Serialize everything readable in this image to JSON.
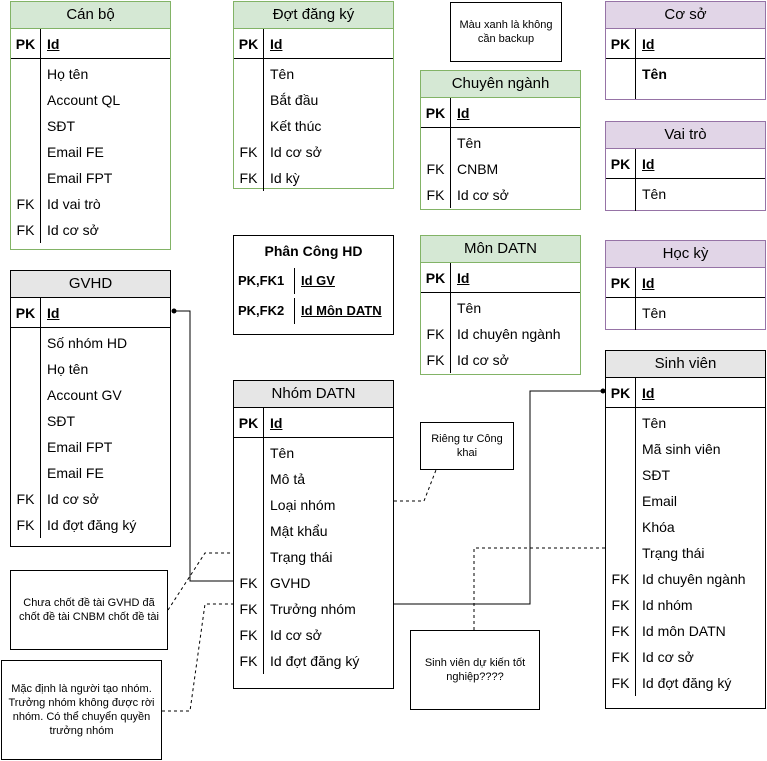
{
  "tables": {
    "can_bo": {
      "title": "Cán bộ",
      "pk": "Id",
      "rows": [
        {
          "k": "",
          "f": "Họ tên"
        },
        {
          "k": "",
          "f": "Account QL"
        },
        {
          "k": "",
          "f": "SĐT"
        },
        {
          "k": "",
          "f": "Email FE"
        },
        {
          "k": "",
          "f": "Email FPT"
        },
        {
          "k": "FK",
          "f": "Id vai trò"
        },
        {
          "k": "FK",
          "f": "Id cơ sở"
        }
      ]
    },
    "dot_dang_ky": {
      "title": "Đợt đăng ký",
      "pk": "Id",
      "rows": [
        {
          "k": "",
          "f": "Tên"
        },
        {
          "k": "",
          "f": "Bắt đầu"
        },
        {
          "k": "",
          "f": "Kết thúc"
        },
        {
          "k": "FK",
          "f": "Id cơ sở"
        },
        {
          "k": "FK",
          "f": "Id kỳ"
        }
      ]
    },
    "chuyen_nganh": {
      "title": "Chuyên ngành",
      "pk": "Id",
      "rows": [
        {
          "k": "",
          "f": "Tên"
        },
        {
          "k": "FK",
          "f": "CNBM"
        },
        {
          "k": "FK",
          "f": "Id cơ sở"
        }
      ]
    },
    "co_so": {
      "title": "Cơ sở",
      "pk": "Id",
      "rows": [
        {
          "k": "",
          "f": "Tên"
        }
      ]
    },
    "vai_tro": {
      "title": "Vai trò",
      "pk": "Id",
      "rows": [
        {
          "k": "",
          "f": "Tên"
        }
      ]
    },
    "hoc_ky": {
      "title": "Học kỳ",
      "pk": "Id",
      "rows": [
        {
          "k": "",
          "f": "Tên"
        }
      ]
    },
    "gvhd": {
      "title": "GVHD",
      "pk": "Id",
      "rows": [
        {
          "k": "",
          "f": "Số nhóm HD"
        },
        {
          "k": "",
          "f": "Họ tên"
        },
        {
          "k": "",
          "f": "Account GV"
        },
        {
          "k": "",
          "f": "SĐT"
        },
        {
          "k": "",
          "f": "Email FPT"
        },
        {
          "k": "",
          "f": "Email FE"
        },
        {
          "k": "FK",
          "f": "Id cơ sở"
        },
        {
          "k": "FK",
          "f": "Id đợt đăng ký"
        }
      ]
    },
    "mon_datn": {
      "title": "Môn DATN",
      "pk": "Id",
      "rows": [
        {
          "k": "",
          "f": "Tên"
        },
        {
          "k": "FK",
          "f": "Id chuyên ngành"
        },
        {
          "k": "FK",
          "f": "Id cơ sở"
        }
      ]
    },
    "nhom_datn": {
      "title": "Nhóm DATN",
      "pk": "Id",
      "rows": [
        {
          "k": "",
          "f": "Tên"
        },
        {
          "k": "",
          "f": "Mô tả"
        },
        {
          "k": "",
          "f": "Loại nhóm"
        },
        {
          "k": "",
          "f": "Mật khẩu"
        },
        {
          "k": "",
          "f": "Trạng thái"
        },
        {
          "k": "FK",
          "f": "GVHD"
        },
        {
          "k": "FK",
          "f": "Trưởng nhóm"
        },
        {
          "k": "FK",
          "f": "Id cơ sở"
        },
        {
          "k": "FK",
          "f": "Id đợt đăng ký"
        }
      ]
    },
    "sinh_vien": {
      "title": "Sinh viên",
      "pk": "Id",
      "rows": [
        {
          "k": "",
          "f": "Tên"
        },
        {
          "k": "",
          "f": "Mã sinh viên"
        },
        {
          "k": "",
          "f": "SĐT"
        },
        {
          "k": "",
          "f": "Email"
        },
        {
          "k": "",
          "f": "Khóa"
        },
        {
          "k": "",
          "f": "Trạng thái"
        },
        {
          "k": "FK",
          "f": "Id chuyên ngành"
        },
        {
          "k": "FK",
          "f": "Id nhóm"
        },
        {
          "k": "FK",
          "f": "Id môn DATN"
        },
        {
          "k": "FK",
          "f": "Id cơ sở"
        },
        {
          "k": "FK",
          "f": "Id đợt đăng ký"
        }
      ]
    }
  },
  "phan_cong": {
    "title": "Phân Công HD",
    "rows": [
      {
        "k": "PK,FK1",
        "f": "Id GV"
      },
      {
        "k": "PK,FK2",
        "f": "Id Môn DATN"
      }
    ]
  },
  "notes": {
    "backup": "Màu xanh là không cần backup",
    "rieng_tu": "Riêng tư Công khai",
    "chua_chot": "Chưa chốt đề tài GVHD đã chốt đề tài CNBM chốt đề tài",
    "mac_dinh": "Mặc định là người tạo nhóm. Trưởng nhóm không được rời nhóm. Có thể chuyển quyền trưởng nhóm",
    "sv_du_kien": "Sinh viên dự kiến tốt nghiệp????"
  },
  "pk_label": "PK",
  "colors": {
    "green_fill": "#d5e8d4",
    "green_border": "#82b366",
    "purple_fill": "#e1d5e7",
    "purple_border": "#9673a6",
    "gray_fill": "#e6e6e6"
  }
}
